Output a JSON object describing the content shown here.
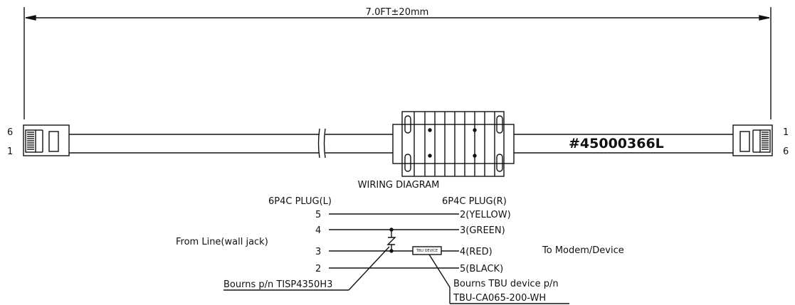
{
  "dimension": {
    "length_label": "7.0FT±20mm"
  },
  "cable": {
    "part_number": "#45000366L",
    "left_pins": {
      "top": "6",
      "bottom": "1"
    },
    "right_pins": {
      "top": "1",
      "bottom": "6"
    }
  },
  "wiring": {
    "title": "WIRING DIAGRAM",
    "left_header": "6P4C PLUG(L)",
    "right_header": "6P4C PLUG(R)",
    "rows": [
      {
        "left": "5",
        "right": "2(YELLOW)"
      },
      {
        "left": "4",
        "right": "3(GREEN)"
      },
      {
        "left": "3",
        "right": "4(RED)"
      },
      {
        "left": "2",
        "right": "5(BLACK)"
      }
    ],
    "from_label": "From Line(wall jack)",
    "to_label": "To Modem/Device",
    "tbu_box_label": "TBU DEVICE",
    "tisp_label": "Bourns p/n TISP4350H3",
    "tbu_label_line1": "Bourns TBU device p/n",
    "tbu_label_line2": "TBU-CA065-200-WH"
  }
}
